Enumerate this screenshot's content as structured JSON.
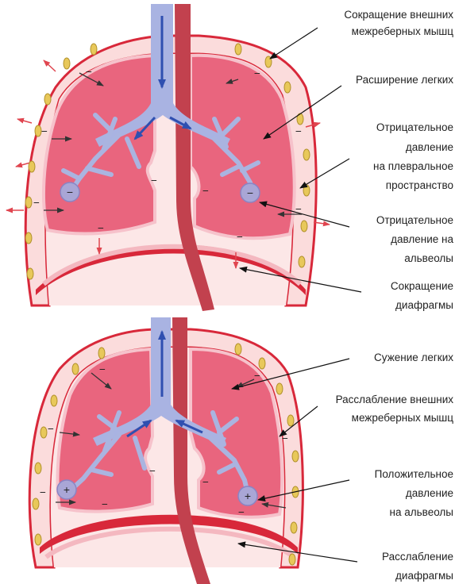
{
  "colors": {
    "lung_fill": "#e9657e",
    "lung_light": "#f1a0ae",
    "pleura_fill": "#fbdcdc",
    "chest_wall": "#d8283a",
    "rib": "#e8c85a",
    "bronchi": "#aab4e0",
    "trachea": "#a9b3e2",
    "esophagus": "#c2414e",
    "airflow_arrow": "#2f4fb0",
    "force_arrow": "#e0454f",
    "leader_line": "#111111"
  },
  "inhalation": {
    "labels": [
      {
        "key": "ext_intercostal_contraction",
        "lines": [
          "Сокращение внешних",
          "межреберных мышц"
        ]
      },
      {
        "key": "lung_expansion",
        "lines": [
          "Расширение легких"
        ]
      },
      {
        "key": "negative_pleural",
        "lines": [
          "Отрицательное",
          "давление",
          "на плевральное",
          "пространство"
        ]
      },
      {
        "key": "negative_alveoli",
        "lines": [
          "Отрицательное",
          "давление на",
          "альвеолы"
        ]
      },
      {
        "key": "diaphragm_contraction",
        "lines": [
          "Сокращение",
          "диафрагмы"
        ]
      }
    ]
  },
  "exhalation": {
    "labels": [
      {
        "key": "lung_narrowing",
        "lines": [
          "Сужение легких"
        ]
      },
      {
        "key": "ext_intercostal_relaxation",
        "lines": [
          "Расслабление внешних",
          "межреберных мышц"
        ]
      },
      {
        "key": "positive_alveoli",
        "lines": [
          "Положительное",
          "давление",
          "на альвеолы"
        ]
      },
      {
        "key": "diaphragm_relaxation",
        "lines": [
          "Расслабление",
          "диафрагмы"
        ]
      }
    ]
  },
  "signs": {
    "minus": "−",
    "plus": "+"
  }
}
